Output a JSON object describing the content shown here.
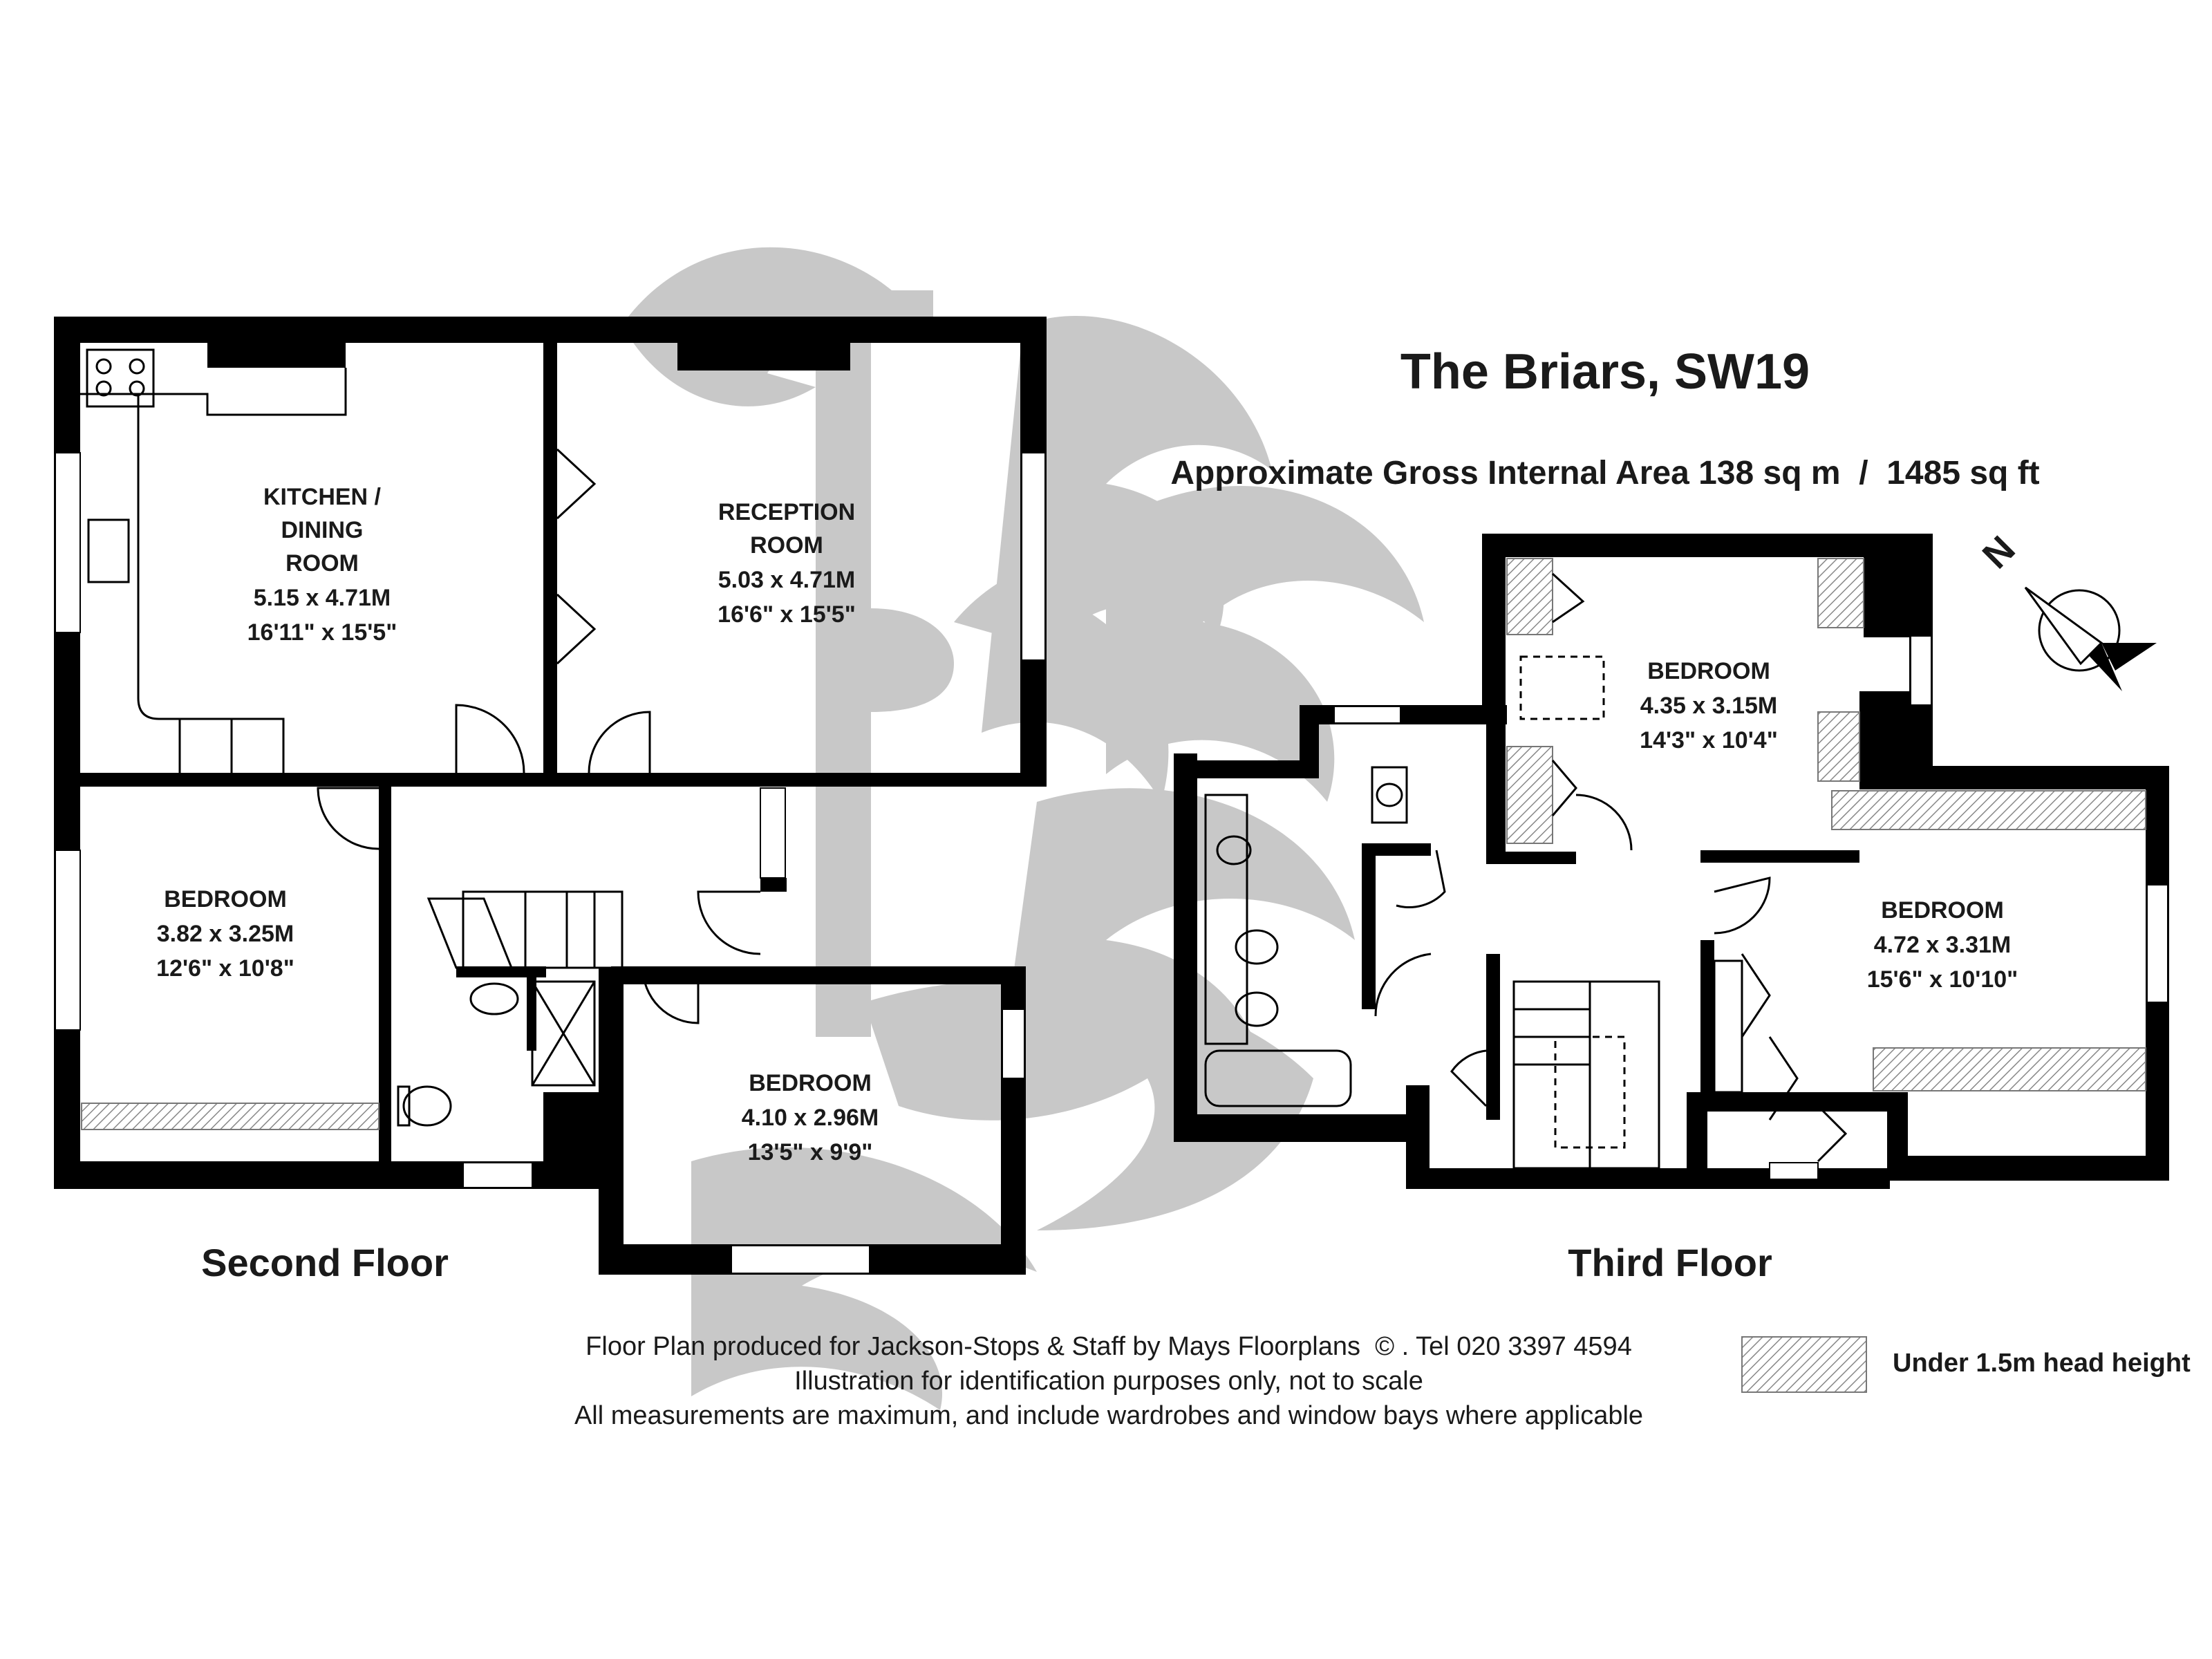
{
  "title": "The Briars, SW19",
  "area": "Approximate Gross Internal Area 138 sq m  /  1485 sq ft",
  "north_label": "N",
  "floors": {
    "second": {
      "label": "Second Floor",
      "rooms": [
        {
          "name_lines": [
            "KITCHEN /",
            "DINING",
            "ROOM"
          ],
          "metric": "5.15 x 4.71M",
          "imperial": "16'11\" x 15'5\""
        },
        {
          "name_lines": [
            "RECEPTION",
            "ROOM"
          ],
          "metric": "5.03 x 4.71M",
          "imperial": "16'6\" x 15'5\""
        },
        {
          "name_lines": [
            "BEDROOM"
          ],
          "metric": "3.82 x 3.25M",
          "imperial": "12'6\" x 10'8\""
        },
        {
          "name_lines": [
            "BEDROOM"
          ],
          "metric": "4.10 x 2.96M",
          "imperial": "13'5\" x 9'9\""
        }
      ]
    },
    "third": {
      "label": "Third Floor",
      "rooms": [
        {
          "name_lines": [
            "BEDROOM"
          ],
          "metric": "4.35 x 3.15M",
          "imperial": "14'3\" x 10'4\""
        },
        {
          "name_lines": [
            "BEDROOM"
          ],
          "metric": "4.72 x 3.31M",
          "imperial": "15'6\" x 10'10\""
        }
      ]
    }
  },
  "footer": [
    "Floor Plan produced for Jackson-Stops & Staff by Mays Floorplans  © . Tel 020 3397 4594",
    "Illustration for identification purposes only, not to scale",
    "All measurements are maximum, and include wardrobes and window bays where applicable"
  ],
  "legend": {
    "label": "Under 1.5m head height"
  },
  "colors": {
    "wall": "#000000",
    "watermark": "#c8c8c8",
    "hatch": "#777777"
  }
}
